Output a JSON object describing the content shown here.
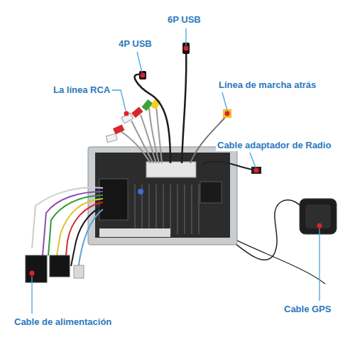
{
  "diagram": {
    "labels": [
      "6P USB",
      "4P USB",
      "La línea RCA",
      "Línea de marcha atrás",
      "Cable adaptador de Radio",
      "Cable GPS",
      "Cable de alimentación"
    ]
  }
}
